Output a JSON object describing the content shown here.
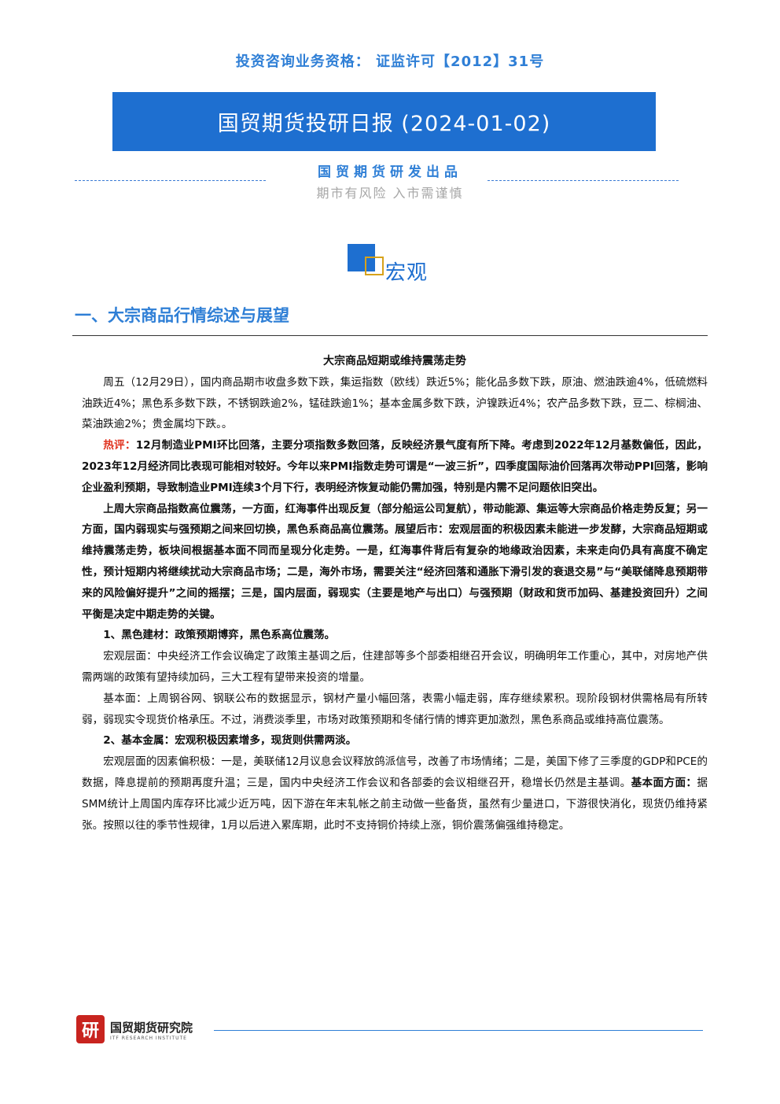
{
  "header": {
    "license": "投资咨询业务资格： 证监许可【2012】31号",
    "report_title": "国贸期货投研日报 (2024-01-02)",
    "produced_by": "国贸期货研发出品",
    "slogan": "期市有风险 入市需谨慎"
  },
  "section": {
    "label": "宏观",
    "heading": "一、大宗商品行情综述与展望"
  },
  "article": {
    "title": "大宗商品短期或维持震荡走势",
    "p1": "周五（12月29日），国内商品期市收盘多数下跌，集运指数（欧线）跌近5%；能化品多数下跌，原油、燃油跌逾4%，低硫燃料油跌近4%；黑色系多数下跌，不锈钢跌逾2%，锰硅跌逾1%；基本金属多数下跌，沪镍跌近4%；农产品多数下跌，豆二、棕榈油、菜油跌逾2%；贵金属均下跌。。",
    "p2_label": "热评：",
    "p2": "12月制造业PMI环比回落，主要分项指数多数回落，反映经济景气度有所下降。考虑到2022年12月基数偏低，因此，2023年12月经济同比表现可能相对较好。今年以来PMI指数走势可谓是“一波三折”，四季度国际油价回落再次带动PPI回落，影响企业盈利预期，导致制造业PMI连续3个月下行，表明经济恢复动能仍需加强，特别是内需不足问题依旧突出。",
    "p3": "上周大宗商品指数高位震荡，一方面，红海事件出现反复（部分船运公司复航），带动能源、集运等大宗商品价格走势反复；另一方面，国内弱现实与强预期之间来回切换，黑色系商品高位震荡。展望后市：宏观层面的积极因素未能进一步发酵，大宗商品短期或维持震荡走势，板块间根据基本面不同而呈现分化走势。一是，红海事件背后有复杂的地缘政治因素，未来走向仍具有高度不确定性，预计短期内将继续扰动大宗商品市场；二是，海外市场，需要关注“经济回落和通胀下滑引发的衰退交易”与“美联储降息预期带来的风险偏好提升”之间的摇摆；三是，国内层面，弱现实（主要是地产与出口）与强预期（财政和货币加码、基建投资回升）之间平衡是决定中期走势的关键。",
    "h_black": "1、黑色建材：政策预期博弈，黑色系高位震荡。",
    "p4": "宏观层面：中央经济工作会议确定了政策主基调之后，住建部等多个部委相继召开会议，明确明年工作重心，其中，对房地产供需两端的政策有望持续加码，三大工程有望带来投资的增量。",
    "p5": "基本面：上周钢谷网、钢联公布的数据显示，钢材产量小幅回落，表需小幅走弱，库存继续累积。现阶段钢材供需格局有所转弱，弱现实令现货价格承压。不过，消费淡季里，市场对政策预期和冬储行情的博弈更加激烈，黑色系商品或维持高位震荡。",
    "h_metal": "2、基本金属：宏观积极因素增多，现货则供需两淡。",
    "p6a": "宏观层面的因素偏积极：一是，美联储12月议息会议释放鸽派信号，改善了市场情绪；二是，美国下修了三季度的GDP和PCE的数据，降息提前的预期再度升温；三是，国内中央经济工作会议和各部委的会议相继召开，稳增长仍然是主基调。",
    "p6_label": "基本面方面：",
    "p6b": "据SMM统计上周国内库存环比减少近万吨，因下游在年末轧帐之前主动做一些备货，虽然有少量进口，下游很快消化，现货仍维持紧张。按照以往的季节性规律，1月以后进入累库期，此时不支持铜价持续上涨，铜价震荡偏强维持稳定。"
  },
  "footer": {
    "logo_char": "研",
    "org_name": "国贸期货研究院",
    "org_en": "ITF RESEARCH INSTITUTE"
  },
  "colors": {
    "primary_blue": "#1e6fd0",
    "accent_red": "#e0321e"
  }
}
